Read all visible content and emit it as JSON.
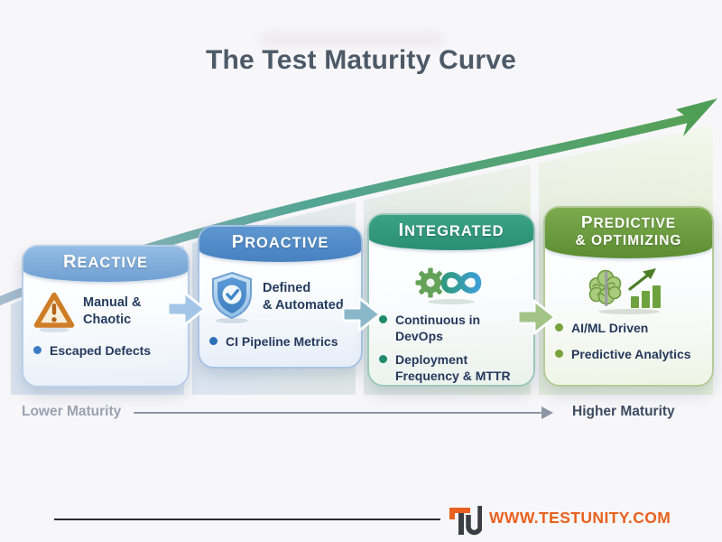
{
  "title": "The Test Maturity Curve",
  "curve": {
    "description": "ascending maturity swoosh arrow",
    "colors": {
      "start": "#a9bcd0",
      "mid": "#53a595",
      "end": "#55a157",
      "arrowhead": "#4f9e55"
    }
  },
  "stages": [
    {
      "name": "REACTIVE",
      "icon": "warning-triangle-icon",
      "caption": "Manual &\nChaotic",
      "bullets": [
        "Escaped Defects"
      ],
      "colors": {
        "header_top": "#94bce4",
        "header_bottom": "#6f9fd2",
        "border": "#b9cfe9",
        "dot": "#3c7cc4",
        "body_bottom": "#e9f0f8"
      }
    },
    {
      "name": "PROACTIVE",
      "icon": "shield-check-icon",
      "caption": "Defined\n& Automated",
      "bullets": [
        "CI Pipeline Metrics"
      ],
      "colors": {
        "header_top": "#5e97d0",
        "header_bottom": "#4781c0",
        "border": "#a9c4e4",
        "dot": "#2f6fb8",
        "body_bottom": "#e7eef8"
      }
    },
    {
      "name": "INTEGRATED",
      "icon": "devops-infinity-icon",
      "caption": "",
      "bullets": [
        "Continuous in\nDevOps",
        "Deployment\nFrequency & MTTR"
      ],
      "colors": {
        "header_top": "#3aa287",
        "header_bottom": "#2b8e74",
        "border": "#9cc9ba",
        "dot": "#1f8a6e",
        "body_bottom": "#ebf2ec"
      }
    },
    {
      "name": "PREDICTIVE\n& OPTIMIZING",
      "icon": "brain-analytics-icon",
      "caption": "",
      "bullets": [
        "AI/ML Driven",
        "Predictive Analytics"
      ],
      "colors": {
        "header_top": "#7cab4e",
        "header_bottom": "#5d8d33",
        "border": "#b5cb97",
        "dot": "#79a33c",
        "body_bottom": "#eff4e6"
      }
    }
  ],
  "arrows": [
    {
      "between": "reactive-proactive",
      "color": "#a3c6e8"
    },
    {
      "between": "proactive-integrated",
      "color": "#8ab7c9"
    },
    {
      "between": "integrated-predictive",
      "color": "#a2c487"
    }
  ],
  "axis": {
    "left_label": "Lower Maturity",
    "right_label": "Higher Maturity"
  },
  "footer": {
    "logo_text": "TU",
    "website": "WWW.TESTUNITY.COM",
    "accent": "#e8611f"
  }
}
